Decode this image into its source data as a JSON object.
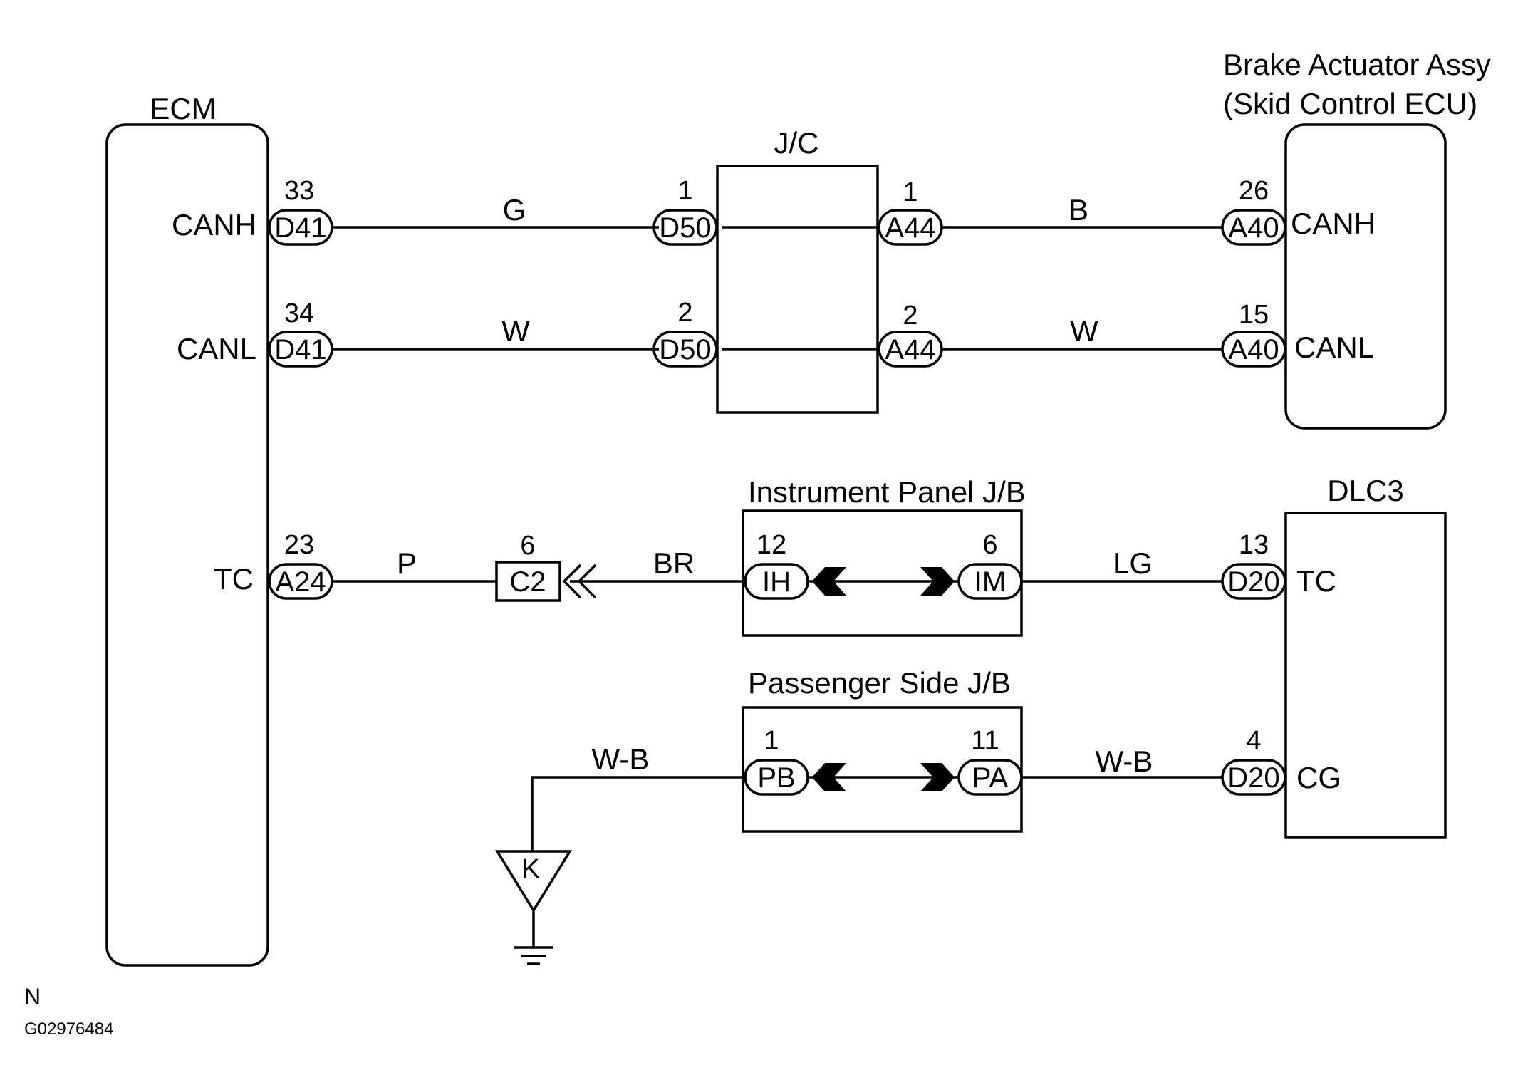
{
  "components": {
    "ecm": {
      "name": "ECM",
      "canh": "CANH",
      "canl": "CANL",
      "tc": "TC"
    },
    "jc": {
      "name": "J/C"
    },
    "brake": {
      "name_line1": "Brake Actuator Assy",
      "name_line2": "(Skid Control ECU)",
      "canh": "CANH",
      "canl": "CANL"
    },
    "ip_jb": {
      "name": "Instrument Panel J/B"
    },
    "ps_jb": {
      "name": "Passenger Side J/B"
    },
    "dlc3": {
      "name": "DLC3",
      "tc": "TC",
      "cg": "CG"
    },
    "ground": {
      "label": "K"
    }
  },
  "connectors": {
    "ecm_canh": {
      "pin": "33",
      "code": "D41"
    },
    "ecm_canl": {
      "pin": "34",
      "code": "D41"
    },
    "ecm_tc": {
      "pin": "23",
      "code": "A24"
    },
    "jc_in_canh": {
      "pin": "1",
      "code": "D50"
    },
    "jc_in_canl": {
      "pin": "2",
      "code": "D50"
    },
    "jc_out_canh": {
      "pin": "1",
      "code": "A44"
    },
    "jc_out_canl": {
      "pin": "2",
      "code": "A44"
    },
    "brake_canh": {
      "pin": "26",
      "code": "A40"
    },
    "brake_canl": {
      "pin": "15",
      "code": "A40"
    },
    "c2": {
      "pin": "6",
      "code": "C2"
    },
    "ip_ih": {
      "pin": "12",
      "code": "IH"
    },
    "ip_im": {
      "pin": "6",
      "code": "IM"
    },
    "ps_pb": {
      "pin": "1",
      "code": "PB"
    },
    "ps_pa": {
      "pin": "11",
      "code": "PA"
    },
    "dlc_tc": {
      "pin": "13",
      "code": "D20"
    },
    "dlc_cg": {
      "pin": "4",
      "code": "D20"
    }
  },
  "wires": {
    "ecm_jc_canh": "G",
    "jc_brake_canh": "B",
    "ecm_jc_canl": "W",
    "jc_brake_canl": "W",
    "ecm_c2": "P",
    "c2_ip": "BR",
    "ip_dlc": "LG",
    "gnd_ps": "W-B",
    "ps_dlc": "W-B"
  },
  "footer": {
    "line1": "N",
    "figure_code": "G02976484"
  }
}
